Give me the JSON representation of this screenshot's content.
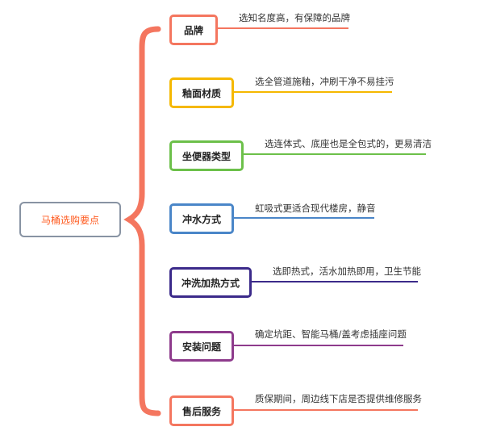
{
  "root": {
    "label": "马桶选购要点",
    "border_color": "#8893a3",
    "text_color": "#ff5a1f"
  },
  "bracket_color": "#f4765f",
  "branches": [
    {
      "label": "品牌",
      "note": "选知名度高，有保障的品牌",
      "color": "#f4765f"
    },
    {
      "label": "釉面材质",
      "note": "选全管道施釉，冲刷干净不易挂污",
      "color": "#f5b800"
    },
    {
      "label": "坐便器类型",
      "note": "选连体式、底座也是全包式的，更易清洁",
      "color": "#6cc04a"
    },
    {
      "label": "冲水方式",
      "note": "虹吸式更适合现代楼房，静音",
      "color": "#4a86c8"
    },
    {
      "label": "冲洗加热方式",
      "note": "选即热式，活水加热即用，卫生节能",
      "color": "#3b2a8a"
    },
    {
      "label": "安装问题",
      "note": "确定坑距、智能马桶/盖考虑插座问题",
      "color": "#8e3b8c"
    },
    {
      "label": "售后服务",
      "note": "质保期间，周边线下店是否提供维修服务",
      "color": "#f4765f"
    }
  ]
}
